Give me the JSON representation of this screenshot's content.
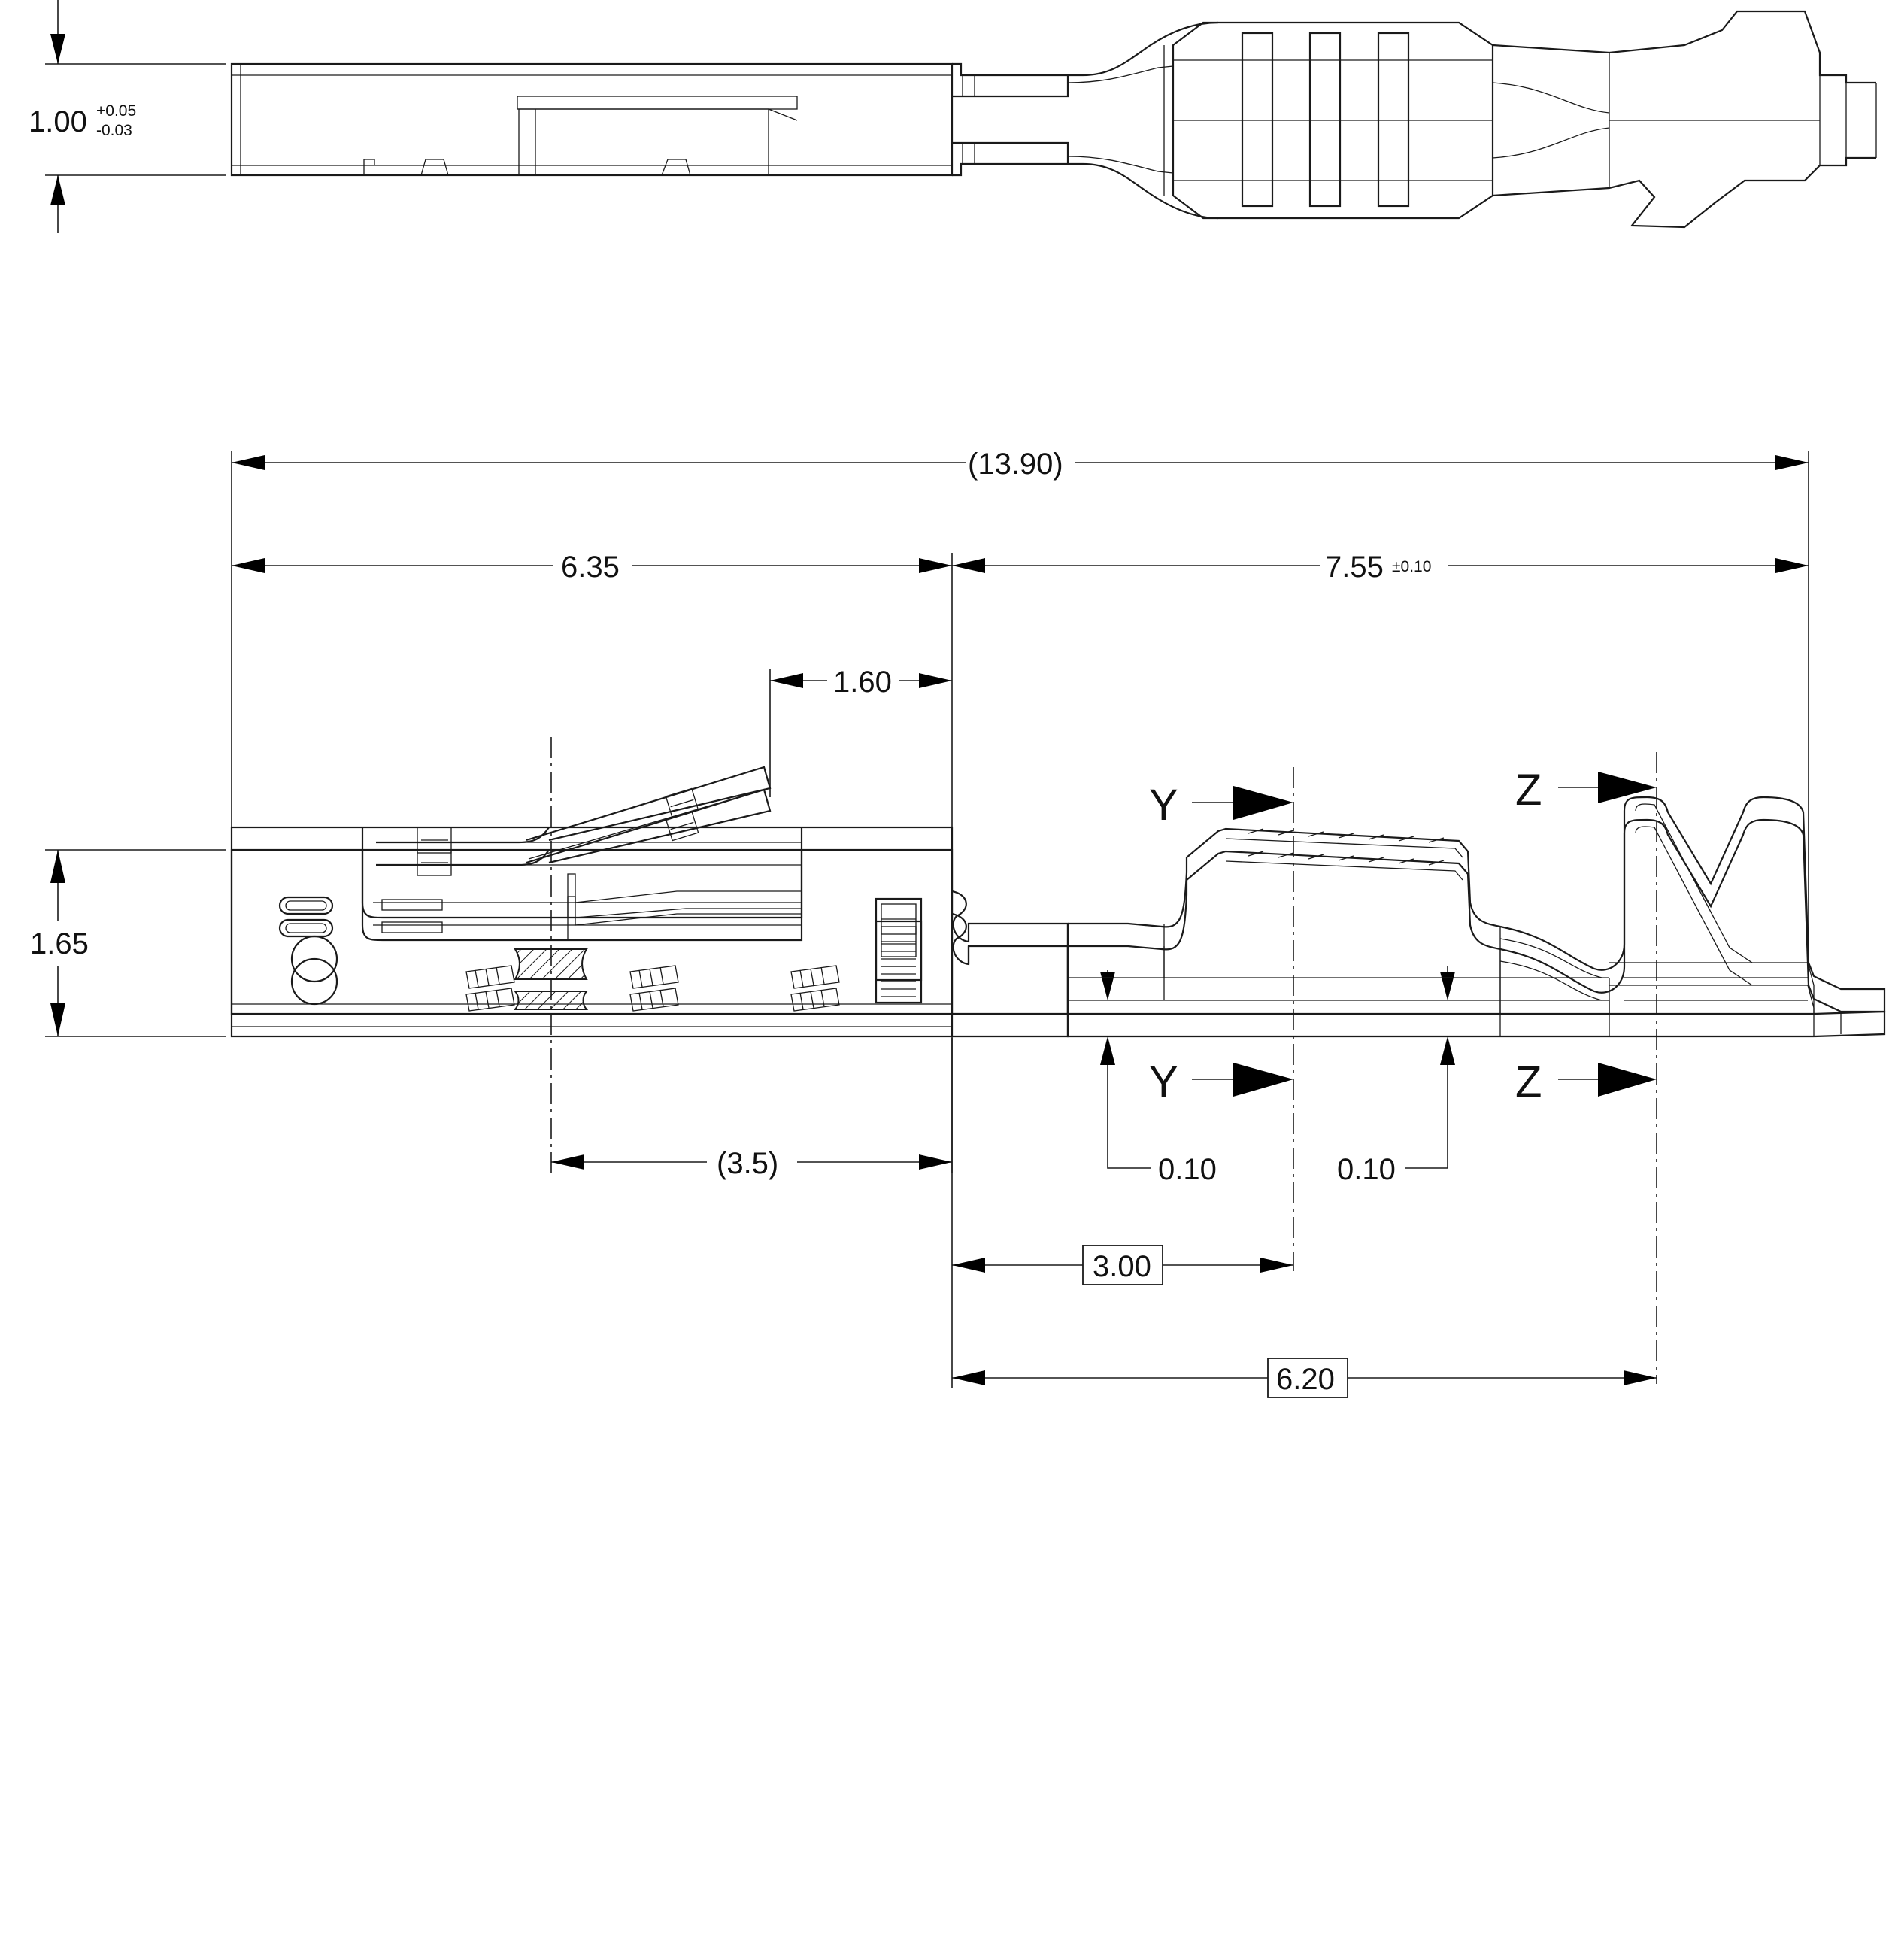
{
  "views": {
    "top_view": {
      "height_nominal": "1.00",
      "height_tol_plus": "+0.05",
      "height_tol_minus": "-0.03"
    },
    "side_view": {
      "overall_length": "(13.90)",
      "contact_length": "6.35",
      "crimp_length": "7.55",
      "crimp_length_tol": "±0.10",
      "spring_offset": "1.60",
      "height": "1.65",
      "section_y": "Y",
      "section_z": "Z",
      "crimp_depth_y": "0.10",
      "crimp_depth_z": "0.10",
      "basic_y_position": "3.00",
      "basic_z_position": "6.20"
    },
    "bottom_view": {
      "reference_length": "(3.5)"
    }
  },
  "colors": {
    "line": "#1a1a1a",
    "background": "#ffffff"
  }
}
